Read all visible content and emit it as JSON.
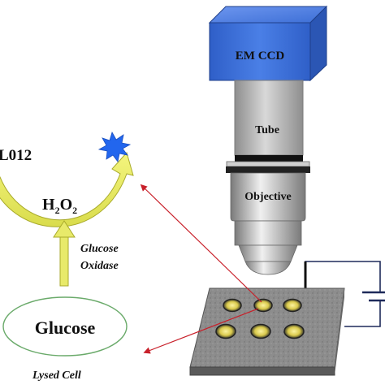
{
  "labels": {
    "camera": "EM CCD",
    "tube": "Tube",
    "objective": "Objective",
    "luminol": "L012",
    "h2o2": "H",
    "h2o2_sub1": "2",
    "h2o2_o": "O",
    "h2o2_sub2": "2",
    "enzyme_line1": "Glucose",
    "enzyme_line2": "Oxidase",
    "substrate": "Glucose",
    "source": "Lysed Cell"
  },
  "colors": {
    "camera_blue": "#3d6fd6",
    "tube_gray": "#b4b4b4",
    "arrow_yellow": "#e6e86a",
    "red_arrow": "#c8202a",
    "star_blue": "#2266ee",
    "ellipse_green": "#6aaa6a",
    "plate_gray": "#8a8a8a"
  },
  "icons": [
    "light-emission-star-icon",
    "reaction-arrow-icon",
    "electrode-circuit-icon"
  ]
}
